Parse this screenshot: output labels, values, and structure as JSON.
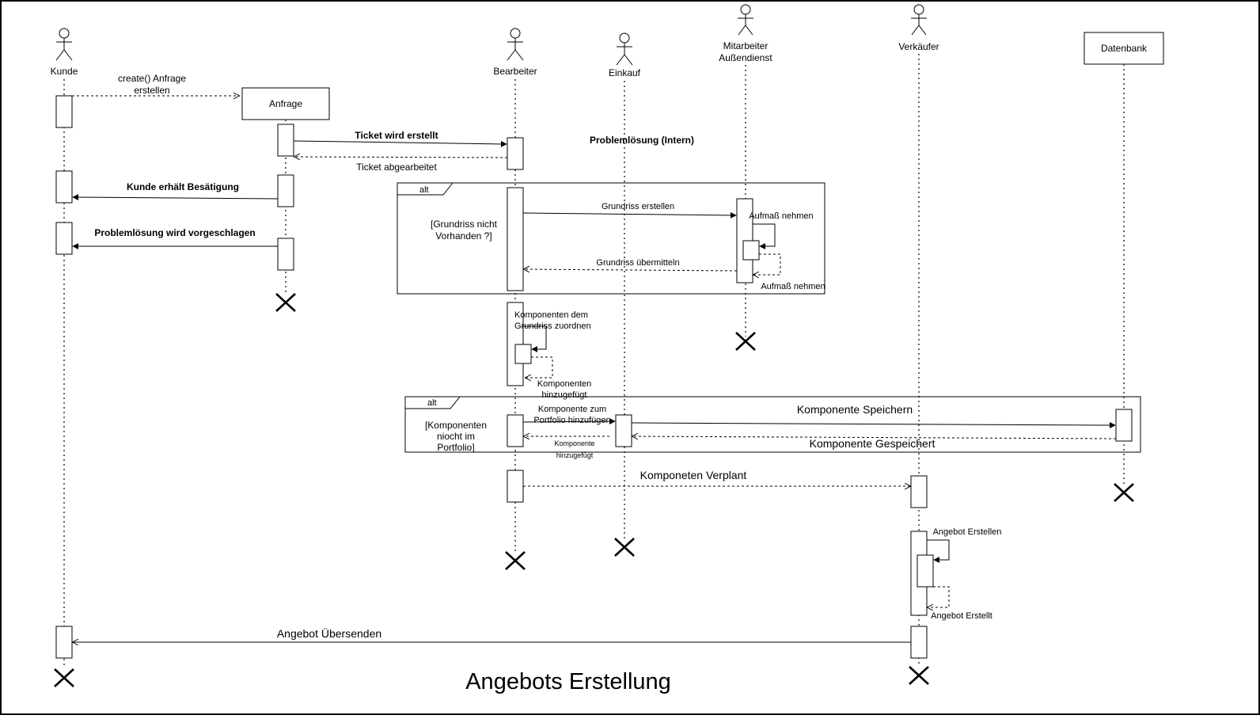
{
  "title": "Angebots Erstellung",
  "participants": {
    "kunde": "Kunde",
    "anfrage": "Anfrage",
    "bearbeiter": "Bearbeiter",
    "einkauf": "Einkauf",
    "mitarbeiter_line1": "Mitarbeiter",
    "mitarbeiter_line2": "Außendienst",
    "verkaeufer": "Verkäufer",
    "datenbank": "Datenbank"
  },
  "messages": {
    "create_line1": "create() Anfrage",
    "create_line2": "erstellen",
    "ticket_erstellt": "Ticket wird erstellt",
    "ticket_abgearbeitet": "Ticket abgearbeitet",
    "kunde_bestaetigung": "Kunde erhält Besätigung",
    "problemloesung_vorgeschlagen": "Problemlösung wird vorgeschlagen",
    "problemloesung_intern": "Problemlösung (Intern)",
    "grundriss_erstellen": "Grundriss erstellen",
    "aufmass_nehmen_1": "Aufmaß nehmen",
    "grundriss_uebermitteln": "Grundriss übermitteln",
    "aufmass_nehmen_2": "Aufmaß nehmen",
    "komp_zuordnen_line1": "Komponenten dem",
    "komp_zuordnen_line2": "Grundriss zuordnen",
    "komp_hinzugefuegt_line1": "Komponenten",
    "komp_hinzugefuegt_line2": "hinzugefügt",
    "komp_portfolio_line1": "Komponente zum",
    "komp_portfolio_line2": "Portfolio hinzufügen",
    "komp_hinzugefuegt2_line1": "Komponente",
    "komp_hinzugefuegt2_line2": "hinzugefügt",
    "komp_speichern": "Komponente Speichern",
    "komp_gespeichert": "Komponente Gespeichert",
    "komp_verplant": "Komponeten Verplant",
    "angebot_erstellen": "Angebot Erstellen",
    "angebot_erstellt": "Angebot Erstellt",
    "angebot_uebersenden": "Angebot Übersenden"
  },
  "fragments": {
    "alt1": {
      "operator": "alt",
      "guard_line1": "[Grundriss nicht",
      "guard_line2": "Vorhanden ?]"
    },
    "alt2": {
      "operator": "alt",
      "guard_line1": "[Komponenten",
      "guard_line2": "niocht im",
      "guard_line3": "Portfolio]"
    }
  }
}
